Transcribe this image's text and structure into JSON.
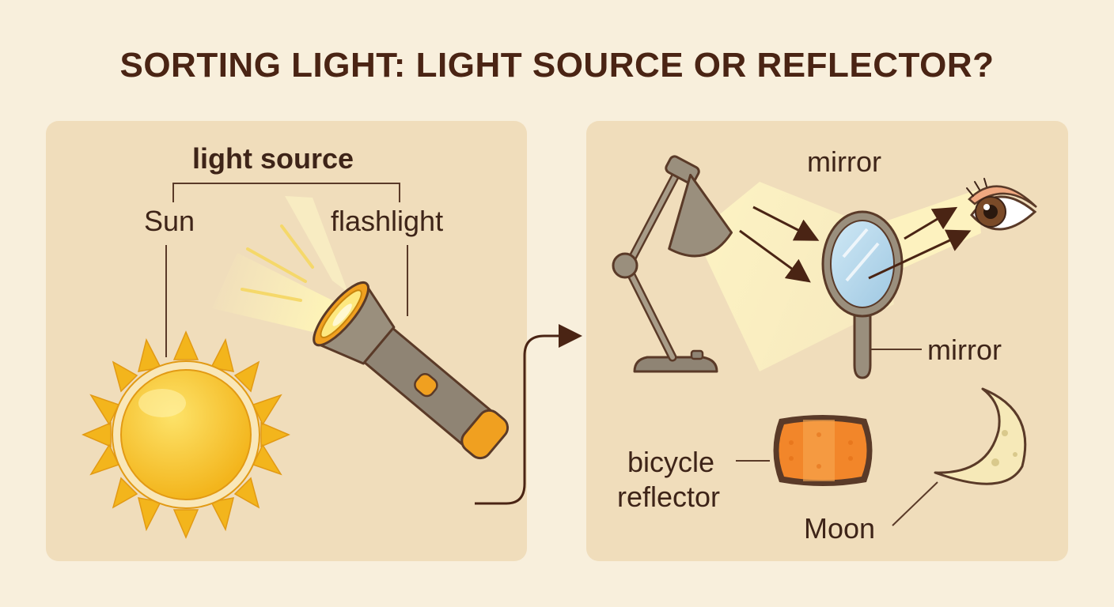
{
  "title": "SORTING LIGHT: LIGHT SOURCE OR REFLECTOR?",
  "left_panel": {
    "heading": "light source",
    "labels": {
      "sun": "Sun",
      "flashlight": "flashlight"
    }
  },
  "right_panel": {
    "labels": {
      "mirror_top": "mirror",
      "mirror_side": "mirror",
      "bicycle_reflector_line1": "bicycle",
      "bicycle_reflector_line2": "reflector",
      "moon": "Moon"
    }
  },
  "icons": [
    "sun-icon",
    "flashlight-icon",
    "desk-lamp-icon",
    "hand-mirror-icon",
    "eye-icon",
    "bicycle-reflector-icon",
    "crescent-moon-icon"
  ],
  "colors": {
    "background": "#f8efdc",
    "panel": "#f0ddbb",
    "text": "#3e2418",
    "outline": "#5a3a28",
    "sun": "#f7c325",
    "accent_orange": "#f0a020"
  }
}
